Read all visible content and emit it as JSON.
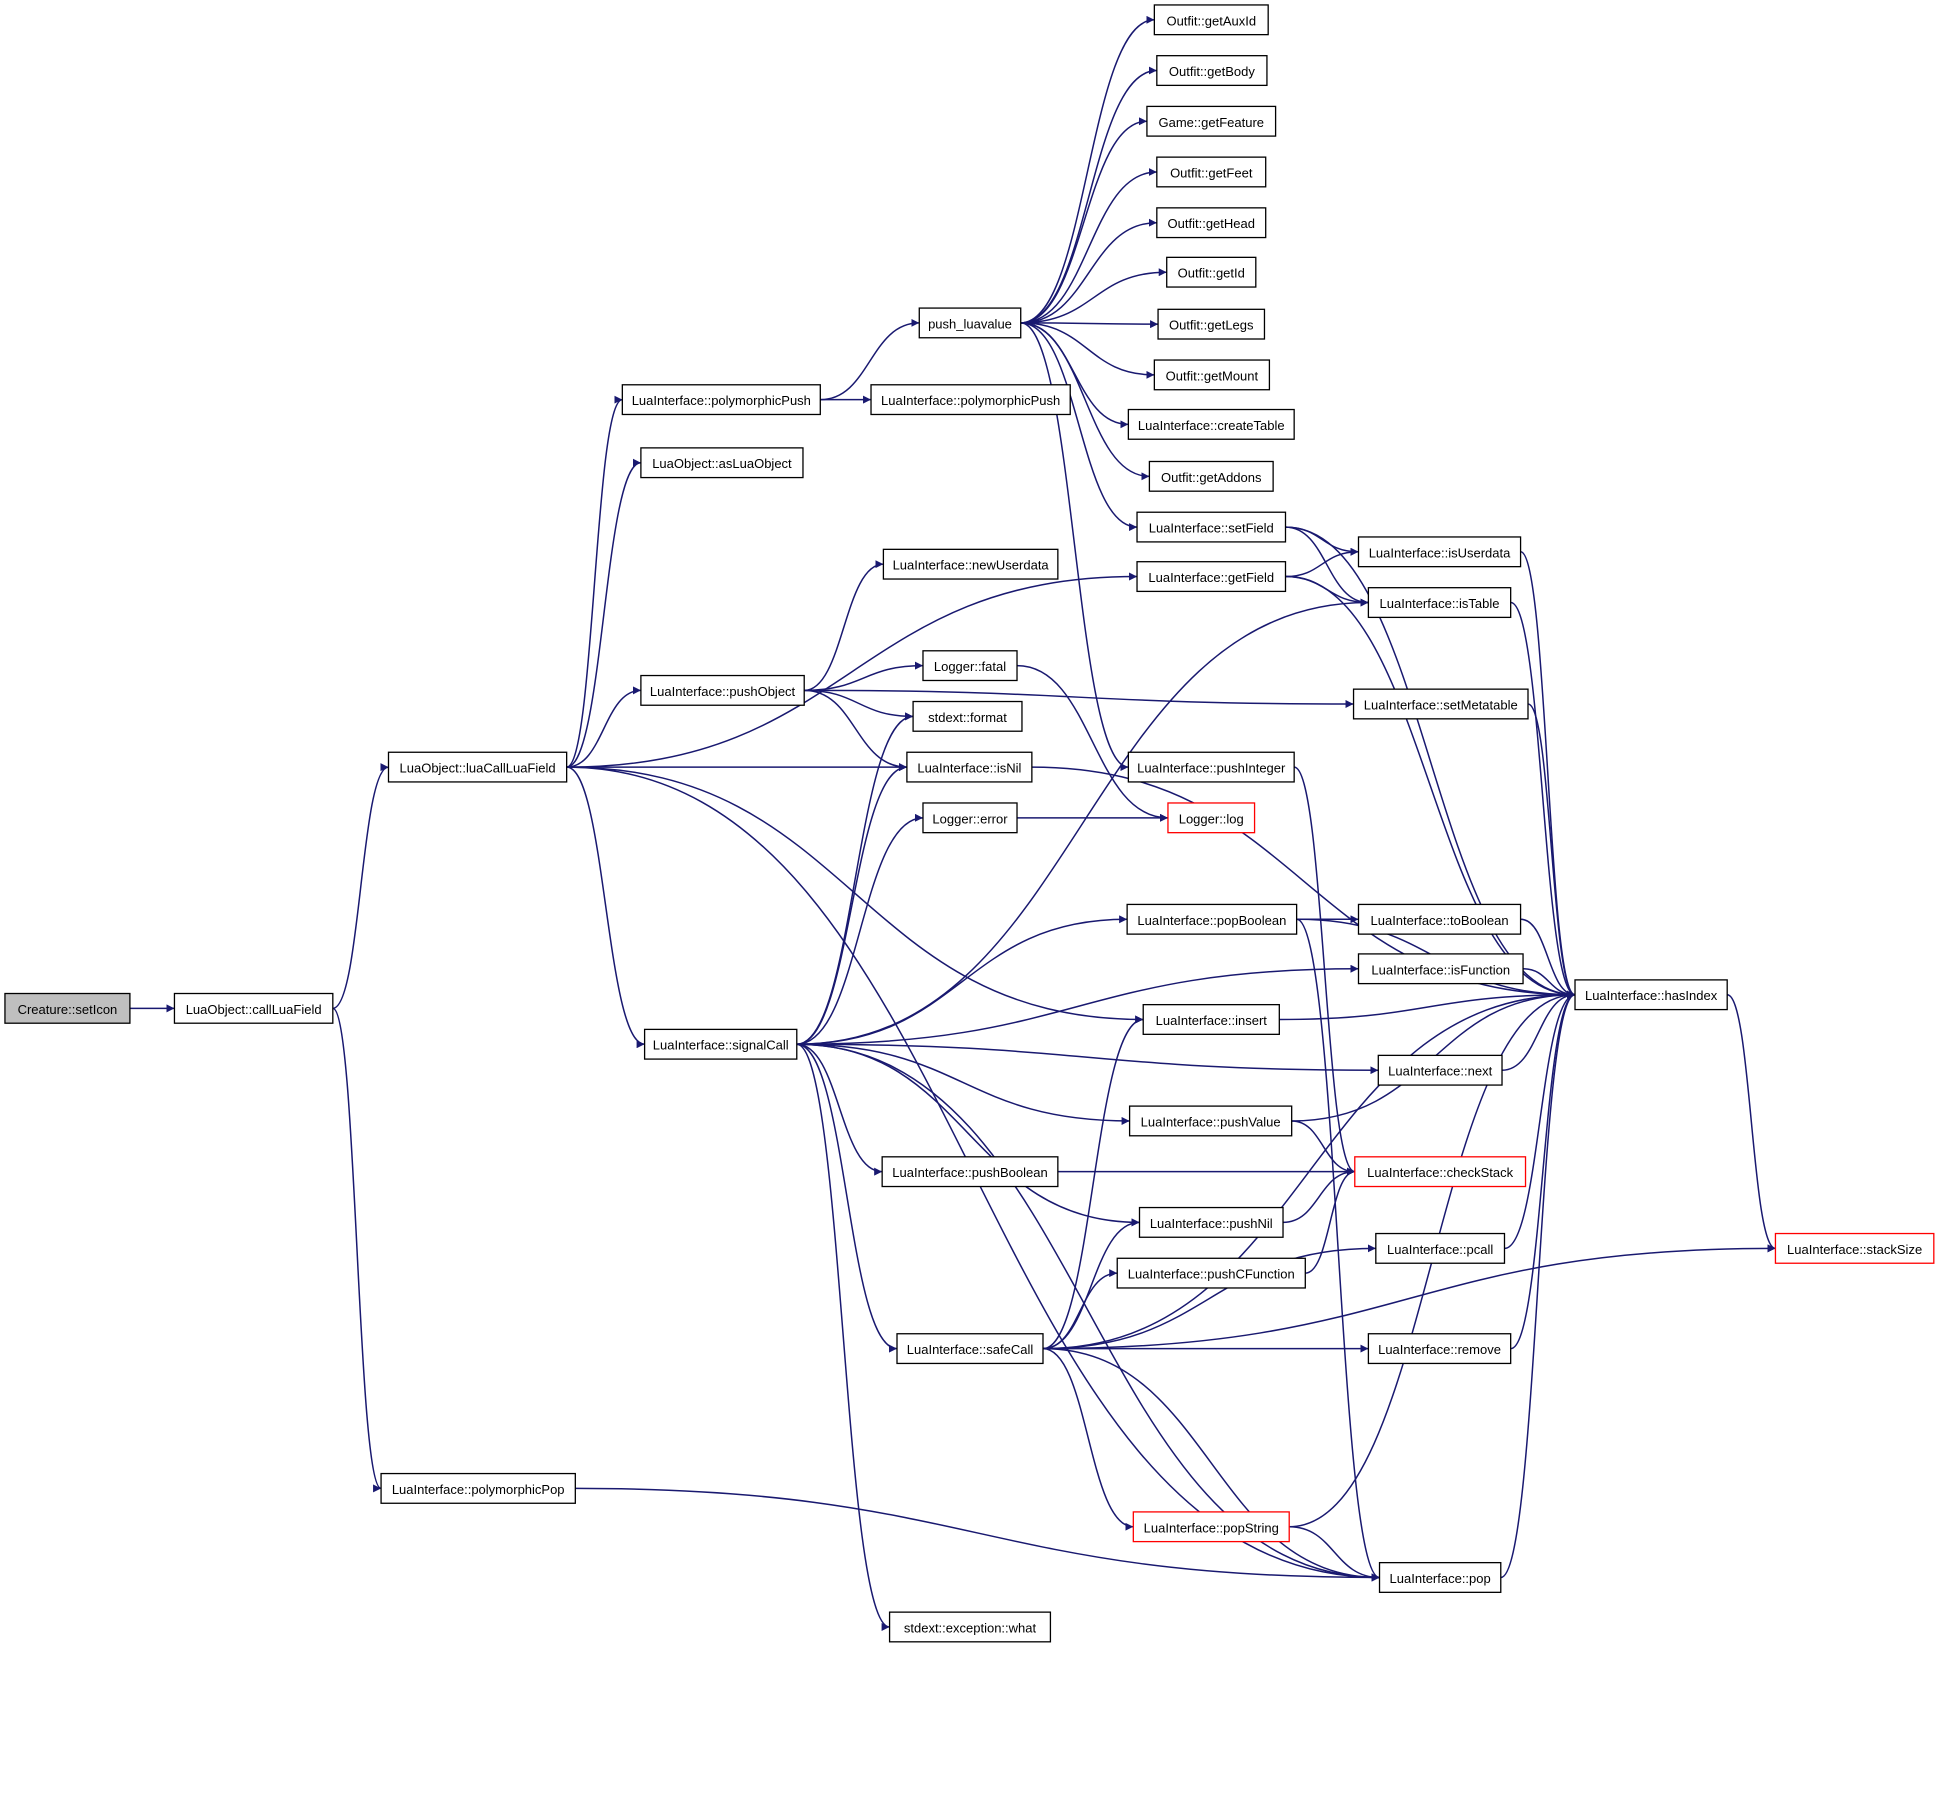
{
  "nodes": {
    "n_root": {
      "label": "Creature::setIcon",
      "root": true
    },
    "n_clf": {
      "label": "LuaObject::callLuaField"
    },
    "n_lclf": {
      "label": "LuaObject::luaCallLuaField"
    },
    "n_ppop": {
      "label": "LuaInterface::polymorphicPop"
    },
    "n_ppush": {
      "label": "LuaInterface::polymorphicPush"
    },
    "n_ppush2": {
      "label": "LuaInterface::polymorphicPush"
    },
    "n_aslo": {
      "label": "LuaObject::asLuaObject"
    },
    "n_pushlv": {
      "label": "push_luavalue"
    },
    "n_newud": {
      "label": "LuaInterface::newUserdata"
    },
    "n_pobj": {
      "label": "LuaInterface::pushObject"
    },
    "n_sigc": {
      "label": "LuaInterface::signalCall"
    },
    "n_fatal": {
      "label": "Logger::fatal"
    },
    "n_fmt": {
      "label": "stdext::format"
    },
    "n_isnil": {
      "label": "LuaInterface::isNil"
    },
    "n_lerr": {
      "label": "Logger::error"
    },
    "n_pbool": {
      "label": "LuaInterface::pushBoolean"
    },
    "n_safec": {
      "label": "LuaInterface::safeCall"
    },
    "n_what": {
      "label": "stdext::exception::what"
    },
    "n_auxid": {
      "label": "Outfit::getAuxId"
    },
    "n_body": {
      "label": "Outfit::getBody"
    },
    "n_feat": {
      "label": "Game::getFeature"
    },
    "n_feet": {
      "label": "Outfit::getFeet"
    },
    "n_head": {
      "label": "Outfit::getHead"
    },
    "n_id": {
      "label": "Outfit::getId"
    },
    "n_legs": {
      "label": "Outfit::getLegs"
    },
    "n_mount": {
      "label": "Outfit::getMount"
    },
    "n_ctab": {
      "label": "LuaInterface::createTable"
    },
    "n_addons": {
      "label": "Outfit::getAddons"
    },
    "n_setf": {
      "label": "LuaInterface::setField"
    },
    "n_getf": {
      "label": "LuaInterface::getField"
    },
    "n_pint": {
      "label": "LuaInterface::pushInteger"
    },
    "n_log": {
      "label": "Logger::log",
      "red": true
    },
    "n_popb": {
      "label": "LuaInterface::popBoolean"
    },
    "n_ins": {
      "label": "LuaInterface::insert"
    },
    "n_pval": {
      "label": "LuaInterface::pushValue"
    },
    "n_pnil": {
      "label": "LuaInterface::pushNil"
    },
    "n_pcf": {
      "label": "LuaInterface::pushCFunction"
    },
    "n_pops": {
      "label": "LuaInterface::popString",
      "red": true
    },
    "n_isud": {
      "label": "LuaInterface::isUserdata"
    },
    "n_istab": {
      "label": "LuaInterface::isTable"
    },
    "n_setmt": {
      "label": "LuaInterface::setMetatable"
    },
    "n_tobool": {
      "label": "LuaInterface::toBoolean"
    },
    "n_isfn": {
      "label": "LuaInterface::isFunction"
    },
    "n_next": {
      "label": "LuaInterface::next"
    },
    "n_chks": {
      "label": "LuaInterface::checkStack",
      "red": true
    },
    "n_pcall": {
      "label": "LuaInterface::pcall"
    },
    "n_remove": {
      "label": "LuaInterface::remove"
    },
    "n_pop": {
      "label": "LuaInterface::pop"
    },
    "n_hasidx": {
      "label": "LuaInterface::hasIndex"
    },
    "n_ssize": {
      "label": "LuaInterface::stackSize",
      "red": true
    }
  },
  "edges": [
    [
      "n_root",
      "n_clf"
    ],
    [
      "n_clf",
      "n_lclf"
    ],
    [
      "n_clf",
      "n_ppop"
    ],
    [
      "n_lclf",
      "n_ppush"
    ],
    [
      "n_lclf",
      "n_aslo"
    ],
    [
      "n_lclf",
      "n_getf"
    ],
    [
      "n_lclf",
      "n_pobj"
    ],
    [
      "n_lclf",
      "n_isnil"
    ],
    [
      "n_lclf",
      "n_ins"
    ],
    [
      "n_lclf",
      "n_sigc"
    ],
    [
      "n_lclf",
      "n_pop"
    ],
    [
      "n_ppush",
      "n_pushlv"
    ],
    [
      "n_ppush",
      "n_ppush2"
    ],
    [
      "n_pushlv",
      "n_auxid"
    ],
    [
      "n_pushlv",
      "n_body"
    ],
    [
      "n_pushlv",
      "n_feat"
    ],
    [
      "n_pushlv",
      "n_feet"
    ],
    [
      "n_pushlv",
      "n_head"
    ],
    [
      "n_pushlv",
      "n_id"
    ],
    [
      "n_pushlv",
      "n_legs"
    ],
    [
      "n_pushlv",
      "n_mount"
    ],
    [
      "n_pushlv",
      "n_ctab"
    ],
    [
      "n_pushlv",
      "n_addons"
    ],
    [
      "n_pushlv",
      "n_setf"
    ],
    [
      "n_pushlv",
      "n_pint"
    ],
    [
      "n_pobj",
      "n_newud"
    ],
    [
      "n_pobj",
      "n_fatal"
    ],
    [
      "n_pobj",
      "n_fmt"
    ],
    [
      "n_pobj",
      "n_isnil"
    ],
    [
      "n_pobj",
      "n_setmt"
    ],
    [
      "n_fatal",
      "n_log"
    ],
    [
      "n_lerr",
      "n_log"
    ],
    [
      "n_sigc",
      "n_fmt"
    ],
    [
      "n_sigc",
      "n_isnil"
    ],
    [
      "n_sigc",
      "n_lerr"
    ],
    [
      "n_sigc",
      "n_istab"
    ],
    [
      "n_sigc",
      "n_popb"
    ],
    [
      "n_sigc",
      "n_isfn"
    ],
    [
      "n_sigc",
      "n_next"
    ],
    [
      "n_sigc",
      "n_pval"
    ],
    [
      "n_sigc",
      "n_pbool"
    ],
    [
      "n_sigc",
      "n_pnil"
    ],
    [
      "n_sigc",
      "n_safec"
    ],
    [
      "n_sigc",
      "n_what"
    ],
    [
      "n_sigc",
      "n_pop"
    ],
    [
      "n_safec",
      "n_ins"
    ],
    [
      "n_safec",
      "n_pnil"
    ],
    [
      "n_safec",
      "n_pcf"
    ],
    [
      "n_safec",
      "n_pcall"
    ],
    [
      "n_safec",
      "n_remove"
    ],
    [
      "n_safec",
      "n_hasidx"
    ],
    [
      "n_safec",
      "n_ssize"
    ],
    [
      "n_safec",
      "n_pops"
    ],
    [
      "n_safec",
      "n_pop"
    ],
    [
      "n_ppop",
      "n_pop"
    ],
    [
      "n_setf",
      "n_isud"
    ],
    [
      "n_setf",
      "n_istab"
    ],
    [
      "n_setf",
      "n_hasidx"
    ],
    [
      "n_getf",
      "n_isud"
    ],
    [
      "n_getf",
      "n_istab"
    ],
    [
      "n_getf",
      "n_hasidx"
    ],
    [
      "n_isnil",
      "n_hasidx"
    ],
    [
      "n_pint",
      "n_chks"
    ],
    [
      "n_popb",
      "n_tobool"
    ],
    [
      "n_popb",
      "n_hasidx"
    ],
    [
      "n_popb",
      "n_pop"
    ],
    [
      "n_ins",
      "n_hasidx"
    ],
    [
      "n_pval",
      "n_chks"
    ],
    [
      "n_pval",
      "n_hasidx"
    ],
    [
      "n_pbool",
      "n_chks"
    ],
    [
      "n_pnil",
      "n_chks"
    ],
    [
      "n_pcf",
      "n_chks"
    ],
    [
      "n_pops",
      "n_hasidx"
    ],
    [
      "n_pops",
      "n_pop"
    ],
    [
      "n_isud",
      "n_hasidx"
    ],
    [
      "n_istab",
      "n_hasidx"
    ],
    [
      "n_setmt",
      "n_hasidx"
    ],
    [
      "n_tobool",
      "n_hasidx"
    ],
    [
      "n_isfn",
      "n_hasidx"
    ],
    [
      "n_next",
      "n_hasidx"
    ],
    [
      "n_pcall",
      "n_hasidx"
    ],
    [
      "n_remove",
      "n_hasidx"
    ],
    [
      "n_pop",
      "n_hasidx"
    ],
    [
      "n_hasidx",
      "n_ssize"
    ]
  ],
  "colors": {
    "edge": "#191970",
    "root_fill": "#bfbfbf",
    "red_border": "#ff0000"
  }
}
